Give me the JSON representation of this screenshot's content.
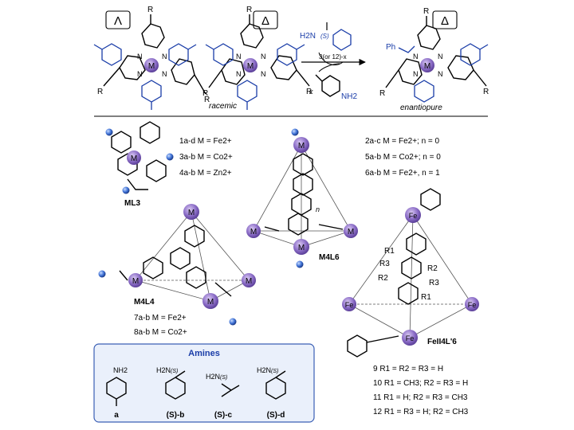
{
  "scheme": {
    "lambda_label": "Λ",
    "delta_label": "Δ",
    "delta_product_label": "Δ",
    "racemic_caption": "racemic",
    "enantiopure_caption": "enantiopure",
    "reagent_top": "H2N",
    "reagent_stereo": "(S)",
    "reagent_equiv": "3(or 12)-x",
    "reagent_bottom_equiv": "x",
    "reagent_bottom_nh2": "NH2",
    "ph_label": "Ph",
    "r_label": "R",
    "n_label": "N",
    "m_label": "M"
  },
  "compounds": {
    "ml3_lines": [
      "1a-d  M = Fe2+",
      "3a-b  M = Co2+",
      "4a-b  M = Zn2+"
    ],
    "ml3_label": "ML3",
    "m4l6_lines": [
      "2a-c  M = Fe2+; n = 0",
      "5a-b  M = Co2+; n = 0",
      "6a-b  M = Fe2+, n = 1"
    ],
    "m4l6_label": "M4L6",
    "n_repeat": "n",
    "m4l4_label": "M4L4",
    "m4l4_lines": [
      "7a-b  M = Fe2+",
      "8a-b  M = Co2+"
    ],
    "fe_label": "FeII4L'6",
    "fe_atom": "Fe",
    "r_subs": [
      "R1",
      "R3",
      "R2",
      "R2",
      "R3",
      "R1"
    ],
    "series": [
      "9   R1 = R2 = R3 = H",
      "10  R1 = CH3; R2 = R3 = H",
      "11  R1 = H; R2 = R3 = CH3",
      "12  R1 = R3 = H; R2 = CH3"
    ]
  },
  "amines": {
    "title": "Amines",
    "nh2": "NH2",
    "h2n": "H2N",
    "stereo": "(S)",
    "labels": [
      "a",
      "(S)-b",
      "(S)-c",
      "(S)-d"
    ]
  },
  "colors": {
    "metal": "#8d6fc8",
    "blue": "#1a3da8",
    "box_border": "#3b5fb5"
  }
}
